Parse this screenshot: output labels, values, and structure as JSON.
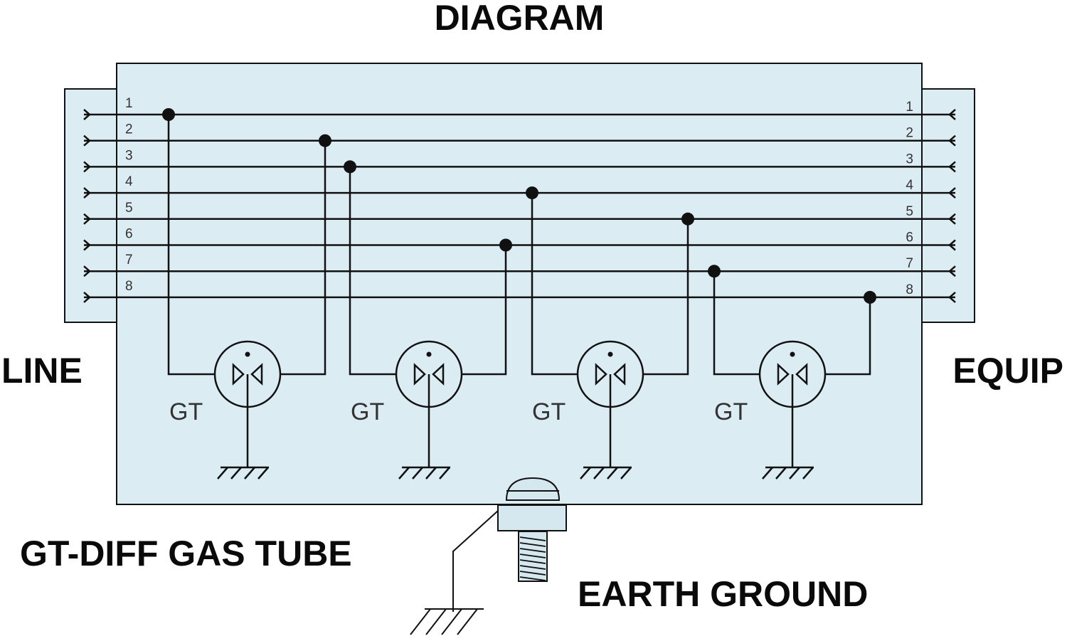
{
  "title": "DIAGRAM",
  "left_label": "LINE",
  "right_label": "EQUIP",
  "device_label": "GT-DIFF GAS TUBE",
  "ground_label": "EARTH GROUND",
  "line_pins": [
    "1",
    "2",
    "3",
    "4",
    "5",
    "6",
    "7",
    "8"
  ],
  "equip_pins": [
    "1",
    "2",
    "3",
    "4",
    "5",
    "6",
    "7",
    "8"
  ],
  "tubes": [
    {
      "label": "GT",
      "pins": [
        1,
        2
      ]
    },
    {
      "label": "GT",
      "pins": [
        3,
        6
      ]
    },
    {
      "label": "GT",
      "pins": [
        4,
        5
      ]
    },
    {
      "label": "GT",
      "pins": [
        7,
        8
      ]
    }
  ],
  "colors": {
    "panel_fill": "#dcecf3",
    "line": "#111111",
    "text": "#0a0a0a",
    "screw_fill": "#d6e8ef"
  }
}
